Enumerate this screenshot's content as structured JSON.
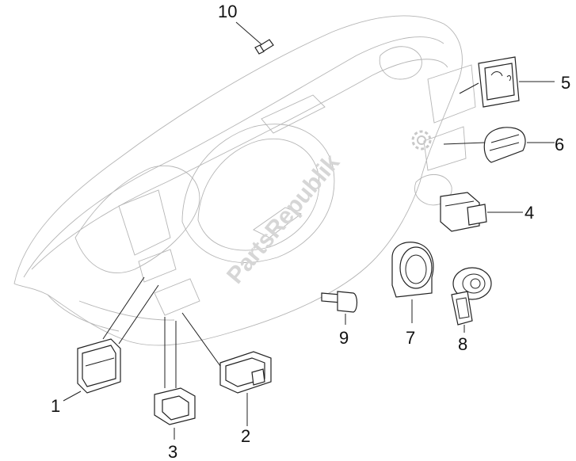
{
  "diagram": {
    "watermark": "PartsRepublik",
    "callouts": [
      {
        "id": "1",
        "label": "1"
      },
      {
        "id": "2",
        "label": "2"
      },
      {
        "id": "3",
        "label": "3"
      },
      {
        "id": "4",
        "label": "4"
      },
      {
        "id": "5",
        "label": "5"
      },
      {
        "id": "6",
        "label": "6"
      },
      {
        "id": "7",
        "label": "7"
      },
      {
        "id": "8",
        "label": "8"
      },
      {
        "id": "9",
        "label": "9"
      },
      {
        "id": "10",
        "label": "10"
      }
    ],
    "colors": {
      "line": "#222222",
      "ghost": "#b5b5b5",
      "watermark": "#d6d6d6",
      "background": "#ffffff"
    },
    "icons": [
      "gear-icon"
    ]
  }
}
